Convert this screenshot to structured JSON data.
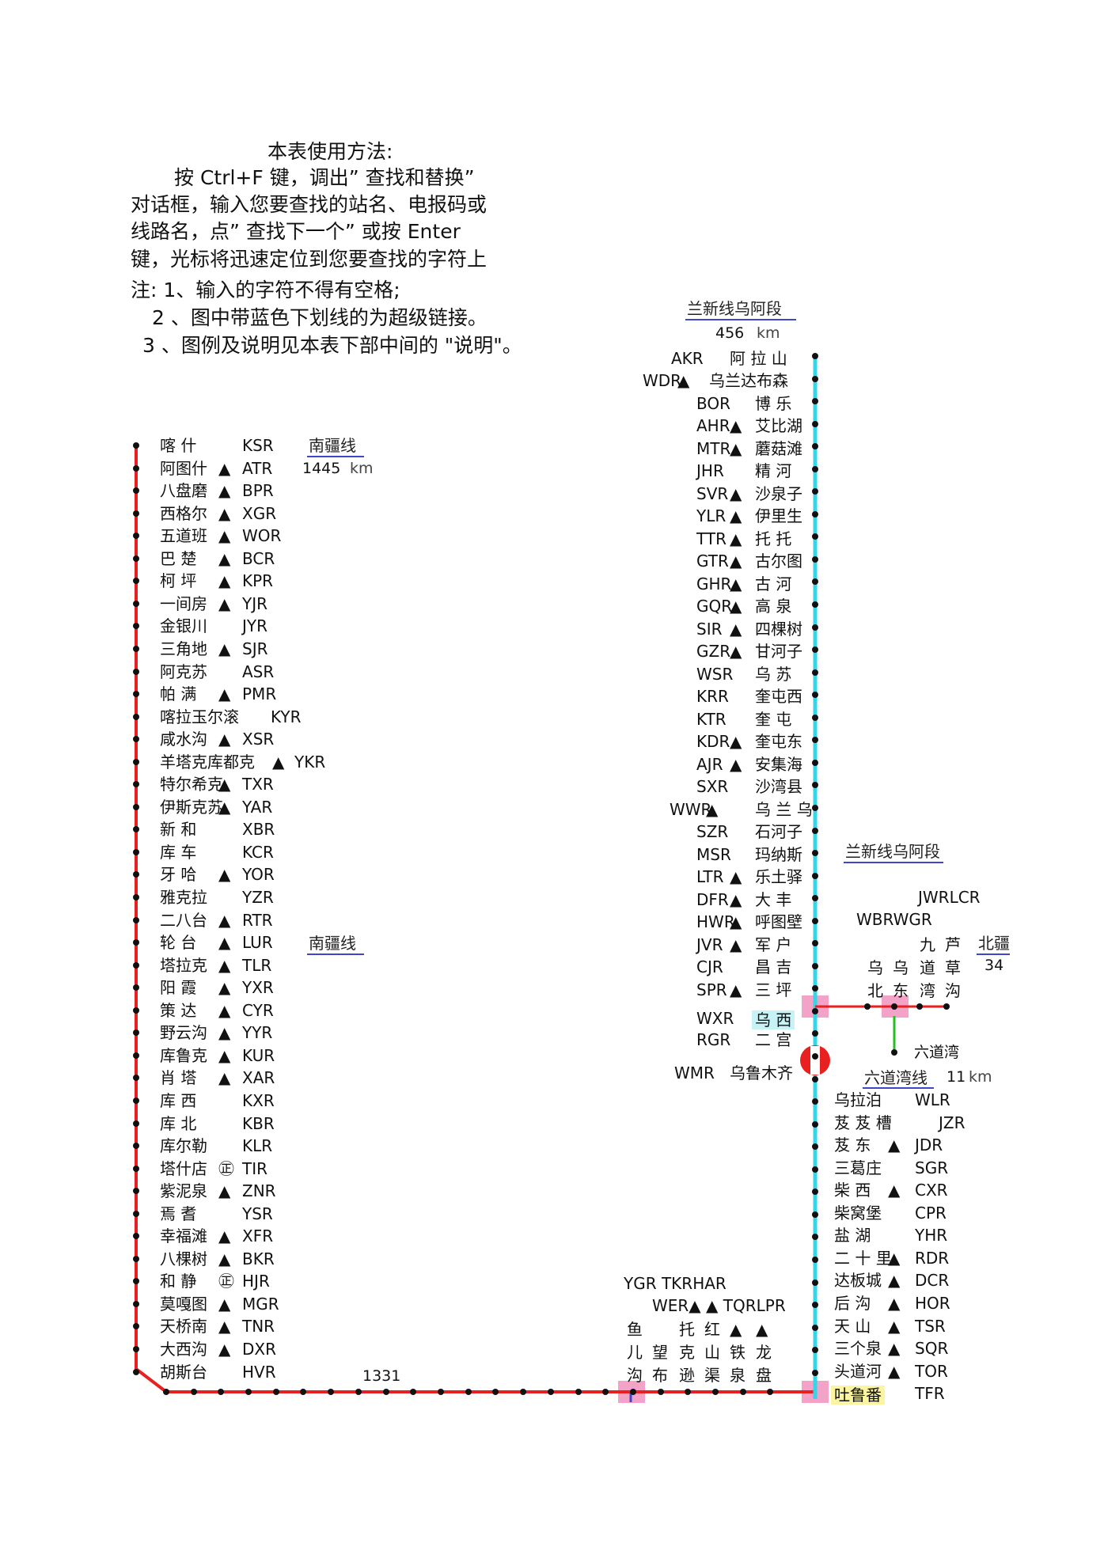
{
  "intro": {
    "heading": "本表使用方法:",
    "p1": "按 Ctrl+F   键，调出”  查找和替换”",
    "p2": "对话框，输入您要查找的站名、电报码或",
    "p3": "线路名，点”  查找下一个”  或按   Enter",
    "p4": "键，光标将迅速定位到您要查找的字符上",
    "n1": "注:  1、输入的字符不得有空格;",
    "n2": "2    、图中带蓝色下划线的为超级链接。",
    "n3": "3  、图例及说明见本表下部中间的    \"说明\"。"
  },
  "nanjiang": {
    "line_name": "南疆线",
    "line_name2": "南疆线",
    "distance": "1445",
    "km": "km",
    "bottom_distance": "1331",
    "stations": [
      {
        "name": "喀  什",
        "mark": "",
        "code": "KSR"
      },
      {
        "name": "阿图什",
        "mark": "▲",
        "code": "ATR"
      },
      {
        "name": "八盘磨",
        "mark": "▲",
        "code": "BPR"
      },
      {
        "name": "西格尔",
        "mark": "▲",
        "code": "XGR"
      },
      {
        "name": "五道班",
        "mark": "▲",
        "code": "WOR"
      },
      {
        "name": "巴  楚",
        "mark": "▲",
        "code": "BCR"
      },
      {
        "name": "柯  坪",
        "mark": "▲",
        "code": "KPR"
      },
      {
        "name": "一间房",
        "mark": "▲",
        "code": "YJR"
      },
      {
        "name": "金银川",
        "mark": "",
        "code": "JYR"
      },
      {
        "name": "三角地",
        "mark": "▲",
        "code": "SJR"
      },
      {
        "name": "阿克苏",
        "mark": "",
        "code": "ASR"
      },
      {
        "name": "帕  满",
        "mark": "▲",
        "code": "PMR"
      },
      {
        "name": "喀拉玉尔滚",
        "mark": "",
        "code": "KYR"
      },
      {
        "name": "咸水沟",
        "mark": "▲",
        "code": "XSR"
      },
      {
        "name": "羊塔克库都克",
        "mark": "▲",
        "code": "YKR"
      },
      {
        "name": "特尔希克",
        "mark": "▲",
        "code": "TXR"
      },
      {
        "name": "伊斯克苏",
        "mark": "▲",
        "code": "YAR"
      },
      {
        "name": "新  和",
        "mark": "",
        "code": "XBR"
      },
      {
        "name": "库  车",
        "mark": "",
        "code": "KCR"
      },
      {
        "name": "牙  哈",
        "mark": "▲",
        "code": "YOR"
      },
      {
        "name": "雅克拉",
        "mark": "",
        "code": "YZR"
      },
      {
        "name": "二八台",
        "mark": "▲",
        "code": "RTR"
      },
      {
        "name": "轮  台",
        "mark": "▲",
        "code": "LUR"
      },
      {
        "name": "塔拉克",
        "mark": "▲",
        "code": "TLR"
      },
      {
        "name": "阳  霞",
        "mark": "▲",
        "code": "YXR"
      },
      {
        "name": "策  达",
        "mark": "▲",
        "code": "CYR"
      },
      {
        "name": "野云沟",
        "mark": "▲",
        "code": "YYR"
      },
      {
        "name": "库鲁克",
        "mark": "▲",
        "code": "KUR"
      },
      {
        "name": "肖  塔",
        "mark": "▲",
        "code": "XAR"
      },
      {
        "name": "库  西",
        "mark": "",
        "code": "KXR"
      },
      {
        "name": "库  北",
        "mark": "",
        "code": "KBR"
      },
      {
        "name": "库尔勒",
        "mark": "",
        "code": "KLR"
      },
      {
        "name": "塔什店",
        "mark": "㊣",
        "code": "TIR"
      },
      {
        "name": "紫泥泉",
        "mark": "▲",
        "code": "ZNR"
      },
      {
        "name": "焉  耆",
        "mark": "",
        "code": "YSR"
      },
      {
        "name": "幸福滩",
        "mark": "▲",
        "code": "XFR"
      },
      {
        "name": "八棵树",
        "mark": "▲",
        "code": "BKR"
      },
      {
        "name": "和  静",
        "mark": "㊣",
        "code": "HJR"
      },
      {
        "name": "莫嘎图",
        "mark": "▲",
        "code": "MGR"
      },
      {
        "name": "天桥南",
        "mark": "▲",
        "code": "TNR"
      },
      {
        "name": "大西沟",
        "mark": "▲",
        "code": "DXR"
      },
      {
        "name": "胡斯台",
        "mark": "",
        "code": "HVR"
      }
    ]
  },
  "lanxin": {
    "line_name": "兰新线乌阿段",
    "distance": "456",
    "km": "km",
    "stations": [
      {
        "name": "阿 拉 山",
        "mark": "",
        "code": "AKR"
      },
      {
        "name": "乌兰达布森",
        "mark": "▲",
        "code": "WDR"
      },
      {
        "name": "博  乐",
        "mark": "",
        "code": "BOR"
      },
      {
        "name": "艾比湖",
        "mark": "▲",
        "code": "AHR"
      },
      {
        "name": "蘑菇滩",
        "mark": "▲",
        "code": "MTR"
      },
      {
        "name": "精  河",
        "mark": "",
        "code": "JHR"
      },
      {
        "name": "沙泉子",
        "mark": "▲",
        "code": "SVR"
      },
      {
        "name": "伊里生",
        "mark": "▲",
        "code": "YLR"
      },
      {
        "name": "托  托",
        "mark": "▲",
        "code": "TTR"
      },
      {
        "name": "古尔图",
        "mark": "▲",
        "code": "GTR"
      },
      {
        "name": "古  河",
        "mark": "▲",
        "code": "GHR"
      },
      {
        "name": "高  泉",
        "mark": "▲",
        "code": "GQR"
      },
      {
        "name": "四棵树",
        "mark": "▲",
        "code": "SIR"
      },
      {
        "name": "甘河子",
        "mark": "▲",
        "code": "GZR"
      },
      {
        "name": "乌  苏",
        "mark": "",
        "code": "WSR"
      },
      {
        "name": "奎屯西",
        "mark": "",
        "code": "KRR"
      },
      {
        "name": "奎  屯",
        "mark": "",
        "code": "KTR"
      },
      {
        "name": "奎屯东",
        "mark": "▲",
        "code": "KDR"
      },
      {
        "name": "安集海",
        "mark": "▲",
        "code": "AJR"
      },
      {
        "name": "沙湾县",
        "mark": "",
        "code": "SXR"
      },
      {
        "name": "乌 兰 乌",
        "mark": "▲",
        "code": "WWR"
      },
      {
        "name": "石河子",
        "mark": "",
        "code": "SZR"
      },
      {
        "name": "玛纳斯",
        "mark": "",
        "code": "MSR"
      },
      {
        "name": "乐土驿",
        "mark": "▲",
        "code": "LTR"
      },
      {
        "name": "大  丰",
        "mark": "▲",
        "code": "DFR"
      },
      {
        "name": "呼图壁",
        "mark": "▲",
        "code": "HWR"
      },
      {
        "name": "军  户",
        "mark": "▲",
        "code": "JVR"
      },
      {
        "name": "昌  吉",
        "mark": "",
        "code": "CJR"
      },
      {
        "name": "三  坪",
        "mark": "▲",
        "code": "SPR"
      },
      {
        "name": "乌  西",
        "mark": "",
        "code": "WXR"
      },
      {
        "name": "二  宫",
        "mark": "",
        "code": "RGR"
      },
      {
        "name": "乌鲁木齐",
        "mark": "",
        "code": "WMR"
      }
    ]
  },
  "lanxin_branch": {
    "line_name": "兰新线乌阿段",
    "codes_top": "JWRLCR",
    "codes_mid": "WBRWGR",
    "col_jiu": "九\n道\n湾",
    "col_lu": "芦\n草\n沟",
    "col_bei": "乌\n北",
    "col_dong": "乌\n东",
    "beijiang": "北疆",
    "beijiang_num": "34"
  },
  "liudaowan": {
    "station": "六道湾",
    "line_name": "六道湾线",
    "distance": "11",
    "km": "km",
    "stations": [
      {
        "name": "乌拉泊",
        "mark": "",
        "code": "WLR"
      },
      {
        "name": "芨 芨 槽",
        "mark": "",
        "code": "JZR"
      },
      {
        "name": "芨  东",
        "mark": "▲",
        "code": "JDR"
      },
      {
        "name": "三葛庄",
        "mark": "",
        "code": "SGR"
      },
      {
        "name": "柴  西",
        "mark": "▲",
        "code": "CXR"
      },
      {
        "name": "柴窝堡",
        "mark": "",
        "code": "CPR"
      },
      {
        "name": "盐  湖",
        "mark": "",
        "code": "YHR"
      },
      {
        "name": "二 十 里",
        "mark": "▲",
        "code": "RDR"
      },
      {
        "name": "达板城",
        "mark": "▲",
        "code": "DCR"
      },
      {
        "name": "后  沟",
        "mark": "▲",
        "code": "HOR"
      },
      {
        "name": "天  山",
        "mark": "▲",
        "code": "TSR"
      },
      {
        "name": "三个泉",
        "mark": "▲",
        "code": "SQR"
      },
      {
        "name": "头道河",
        "mark": "▲",
        "code": "TOR"
      },
      {
        "name": "吐鲁番",
        "mark": "",
        "code": "TFR"
      }
    ]
  },
  "bottom_branch": {
    "codes_row1": "YGR   TKRHAR",
    "codes_row2": "WER▲  ▲  TQRLPR",
    "cols": [
      {
        "chars": "鱼\n儿\n沟"
      },
      {
        "chars": "\n望\n布"
      },
      {
        "chars": "托\n克\n逊"
      },
      {
        "chars": "红\n山\n渠"
      },
      {
        "chars": "▲\n铁\n泉"
      },
      {
        "chars": "▲\n龙\n盘"
      }
    ]
  },
  "colors": {
    "red_line": "#e8201f",
    "cyan_line": "#33d6e6",
    "pink_box": "#f4a3c8",
    "highlight_cyan": "#c7f3f7",
    "highlight_yellow": "#fbf4a0",
    "link_underline": "#3f47c9",
    "green_link": "#22c022"
  }
}
